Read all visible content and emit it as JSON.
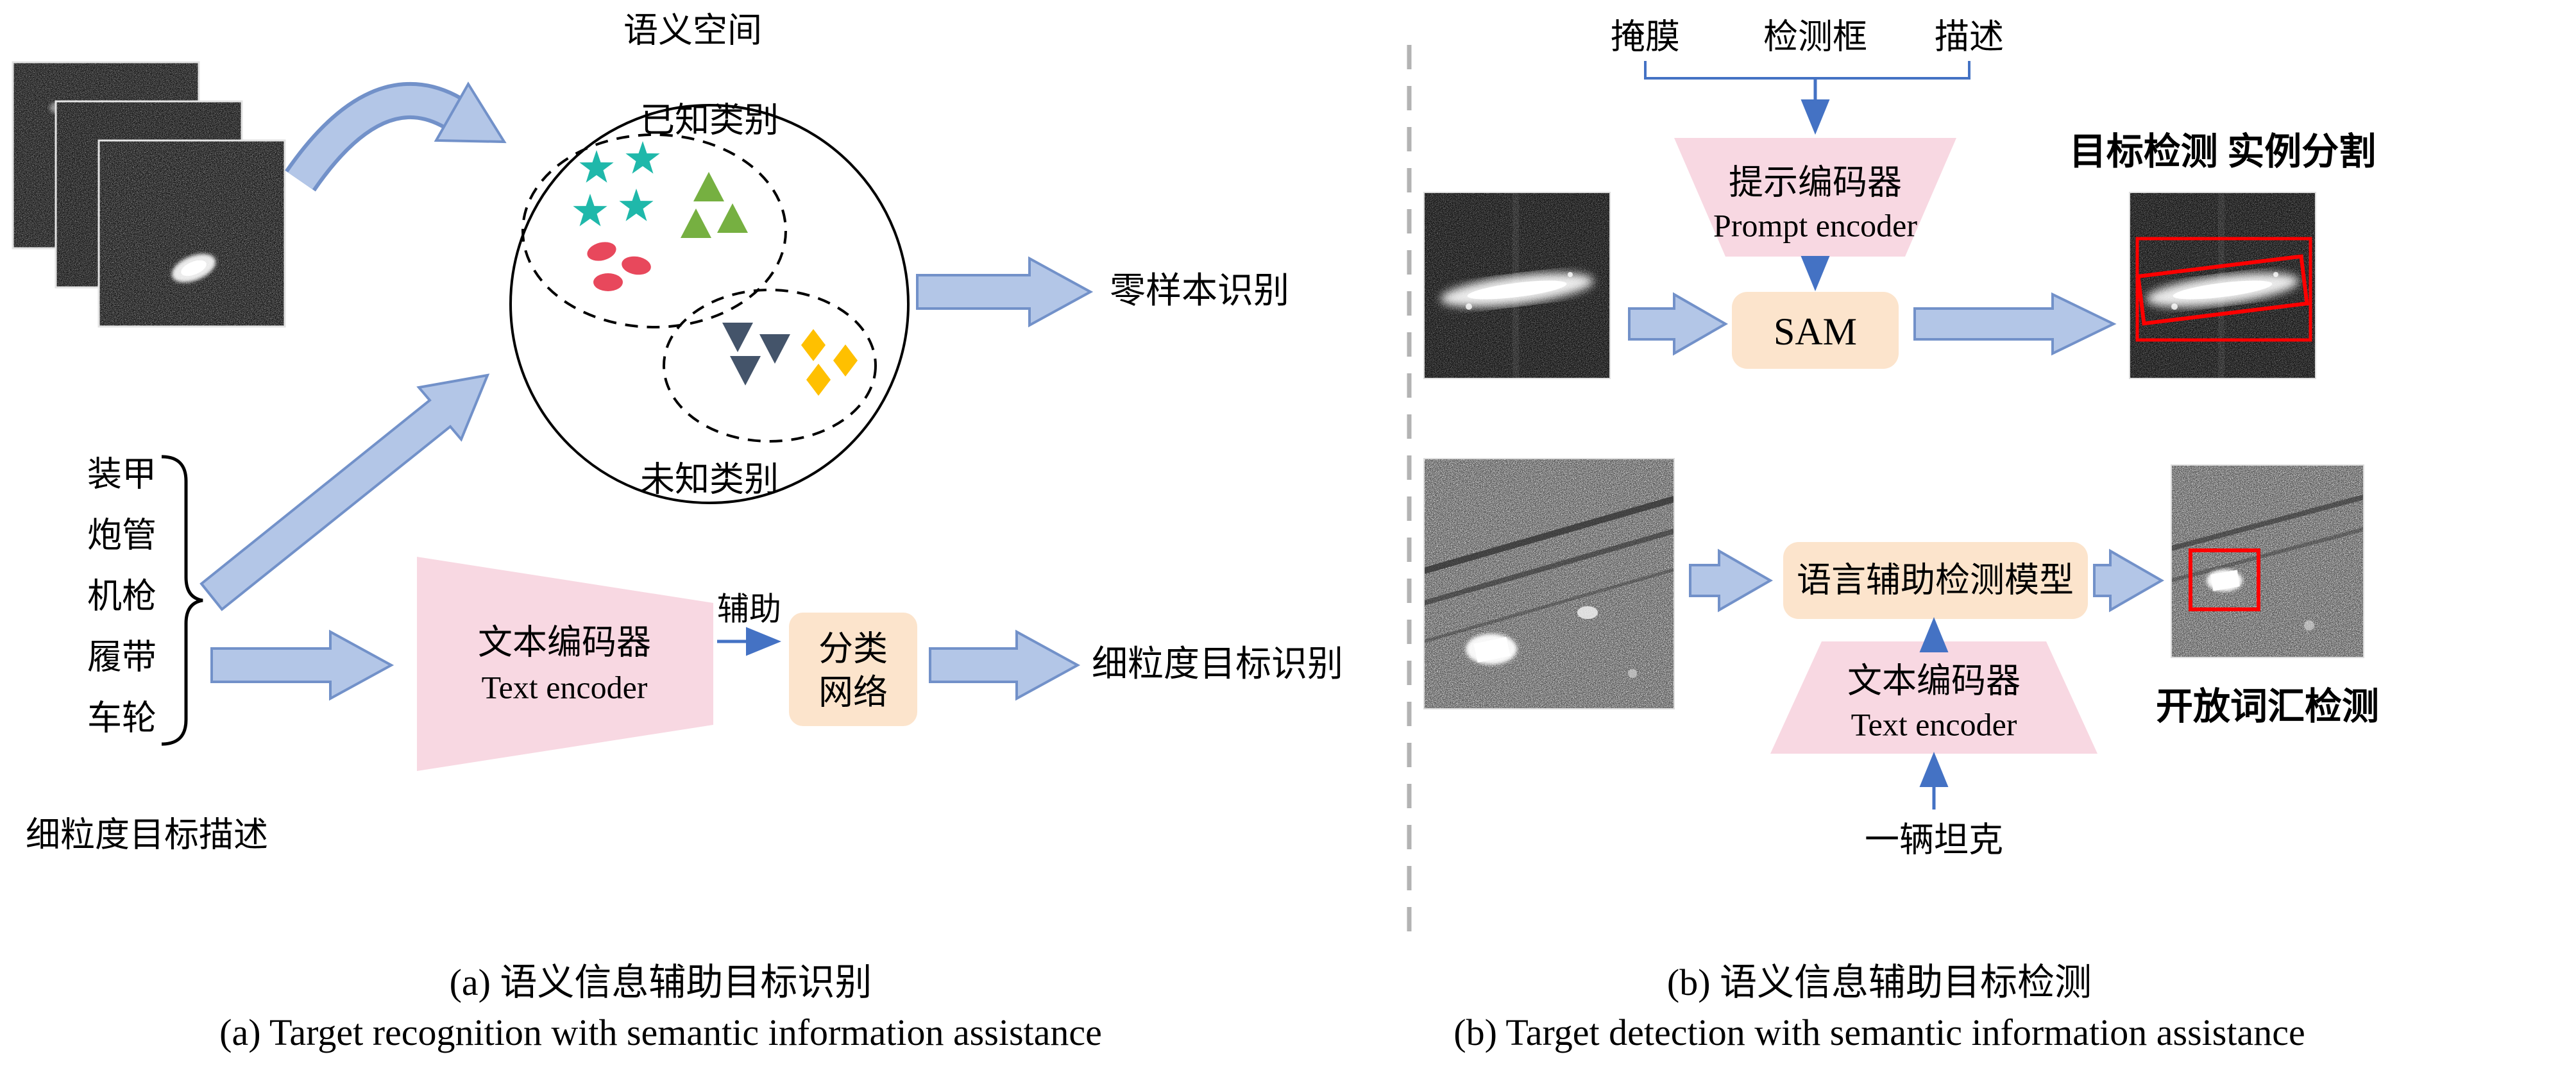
{
  "panel_a": {
    "semantic_space_label": "语义空间",
    "known_class_label": "已知类别",
    "unknown_class_label": "未知类别",
    "zero_shot_label": "零样本识别",
    "keywords": [
      "装甲",
      "炮管",
      "机枪",
      "履带",
      "车轮"
    ],
    "fine_grained_desc_label": "细粒度目标描述",
    "encoder": {
      "zh": "文本编码器",
      "en": "Text encoder"
    },
    "assist_label": "辅助",
    "classifier": {
      "line1": "分类",
      "line2": "网络"
    },
    "fine_grained_result_label": "细粒度目标识别",
    "caption_zh": "(a) 语义信息辅助目标识别",
    "caption_en": "(a) Target recognition with semantic information assistance"
  },
  "panel_b": {
    "prompt_inputs": [
      "掩膜",
      "检测框",
      "描述"
    ],
    "prompt_encoder": {
      "zh": "提示编码器",
      "en": "Prompt encoder"
    },
    "sam_label": "SAM",
    "result_title": "目标检测 实例分割",
    "lang_detector_label": "语言辅助检测模型",
    "open_vocab_label": "开放词汇检测",
    "text_encoder": {
      "zh": "文本编码器",
      "en": "Text encoder"
    },
    "text_prompt": "一辆坦克",
    "caption_zh": "(b) 语义信息辅助目标检测",
    "caption_en": "(b) Target detection with semantic information assistance"
  },
  "colors": {
    "arrow_fill": "#b3c6e7",
    "arrow_stroke": "#7291c9",
    "thin_arrow": "#4472c4",
    "encoder_pink": "#f8d8e2",
    "module_orange": "#fce4cc",
    "star_teal": "#1fb8aa",
    "triangle_green": "#76b041",
    "marker_red": "#e8485c",
    "triangle_navy": "#44546a",
    "diamond_yellow": "#ffc000",
    "detection_box_red": "#ff0000"
  }
}
